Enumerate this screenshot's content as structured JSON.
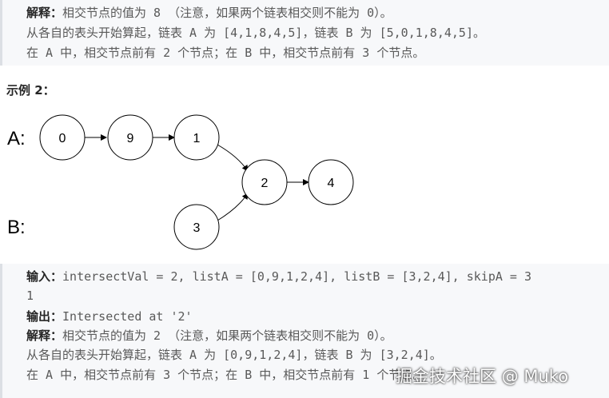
{
  "top_block": {
    "explain_label": "解释：",
    "explain_text": "相交节点的值为 8 （注意，如果两个链表相交则不能为 0）。",
    "line2": "从各自的表头开始算起，链表 A 为 [4,1,8,4,5]，链表 B 为 [5,0,1,8,4,5]。",
    "line3": "在 A 中，相交节点前有 2 个节点；在 B 中，相交节点前有 3 个节点。"
  },
  "example_heading": "示例 2：",
  "diagram": {
    "label_a": "A:",
    "label_b": "B:",
    "nodes": [
      "0",
      "9",
      "1",
      "2",
      "4",
      "3"
    ]
  },
  "bottom_block": {
    "input_label": "输入：",
    "input_text": "intersectVal = 2, listA = [0,9,1,2,4], listB = [3,2,4], skipA = 3",
    "input_wrap": "1",
    "output_label": "输出：",
    "output_text": "Intersected at '2'",
    "explain_label": "解释：",
    "explain_text": "相交节点的值为 2 （注意，如果两个链表相交则不能为 0）。",
    "line2": "从各自的表头开始算起，链表 A 为 [0,9,1,2,4]，链表 B 为 [3,2,4]。",
    "line3": "在 A 中，相交节点前有 3 个节点；在 B 中，相交节点前有 1 个节点。"
  },
  "watermark": "掘金技术社区 @ Muko"
}
